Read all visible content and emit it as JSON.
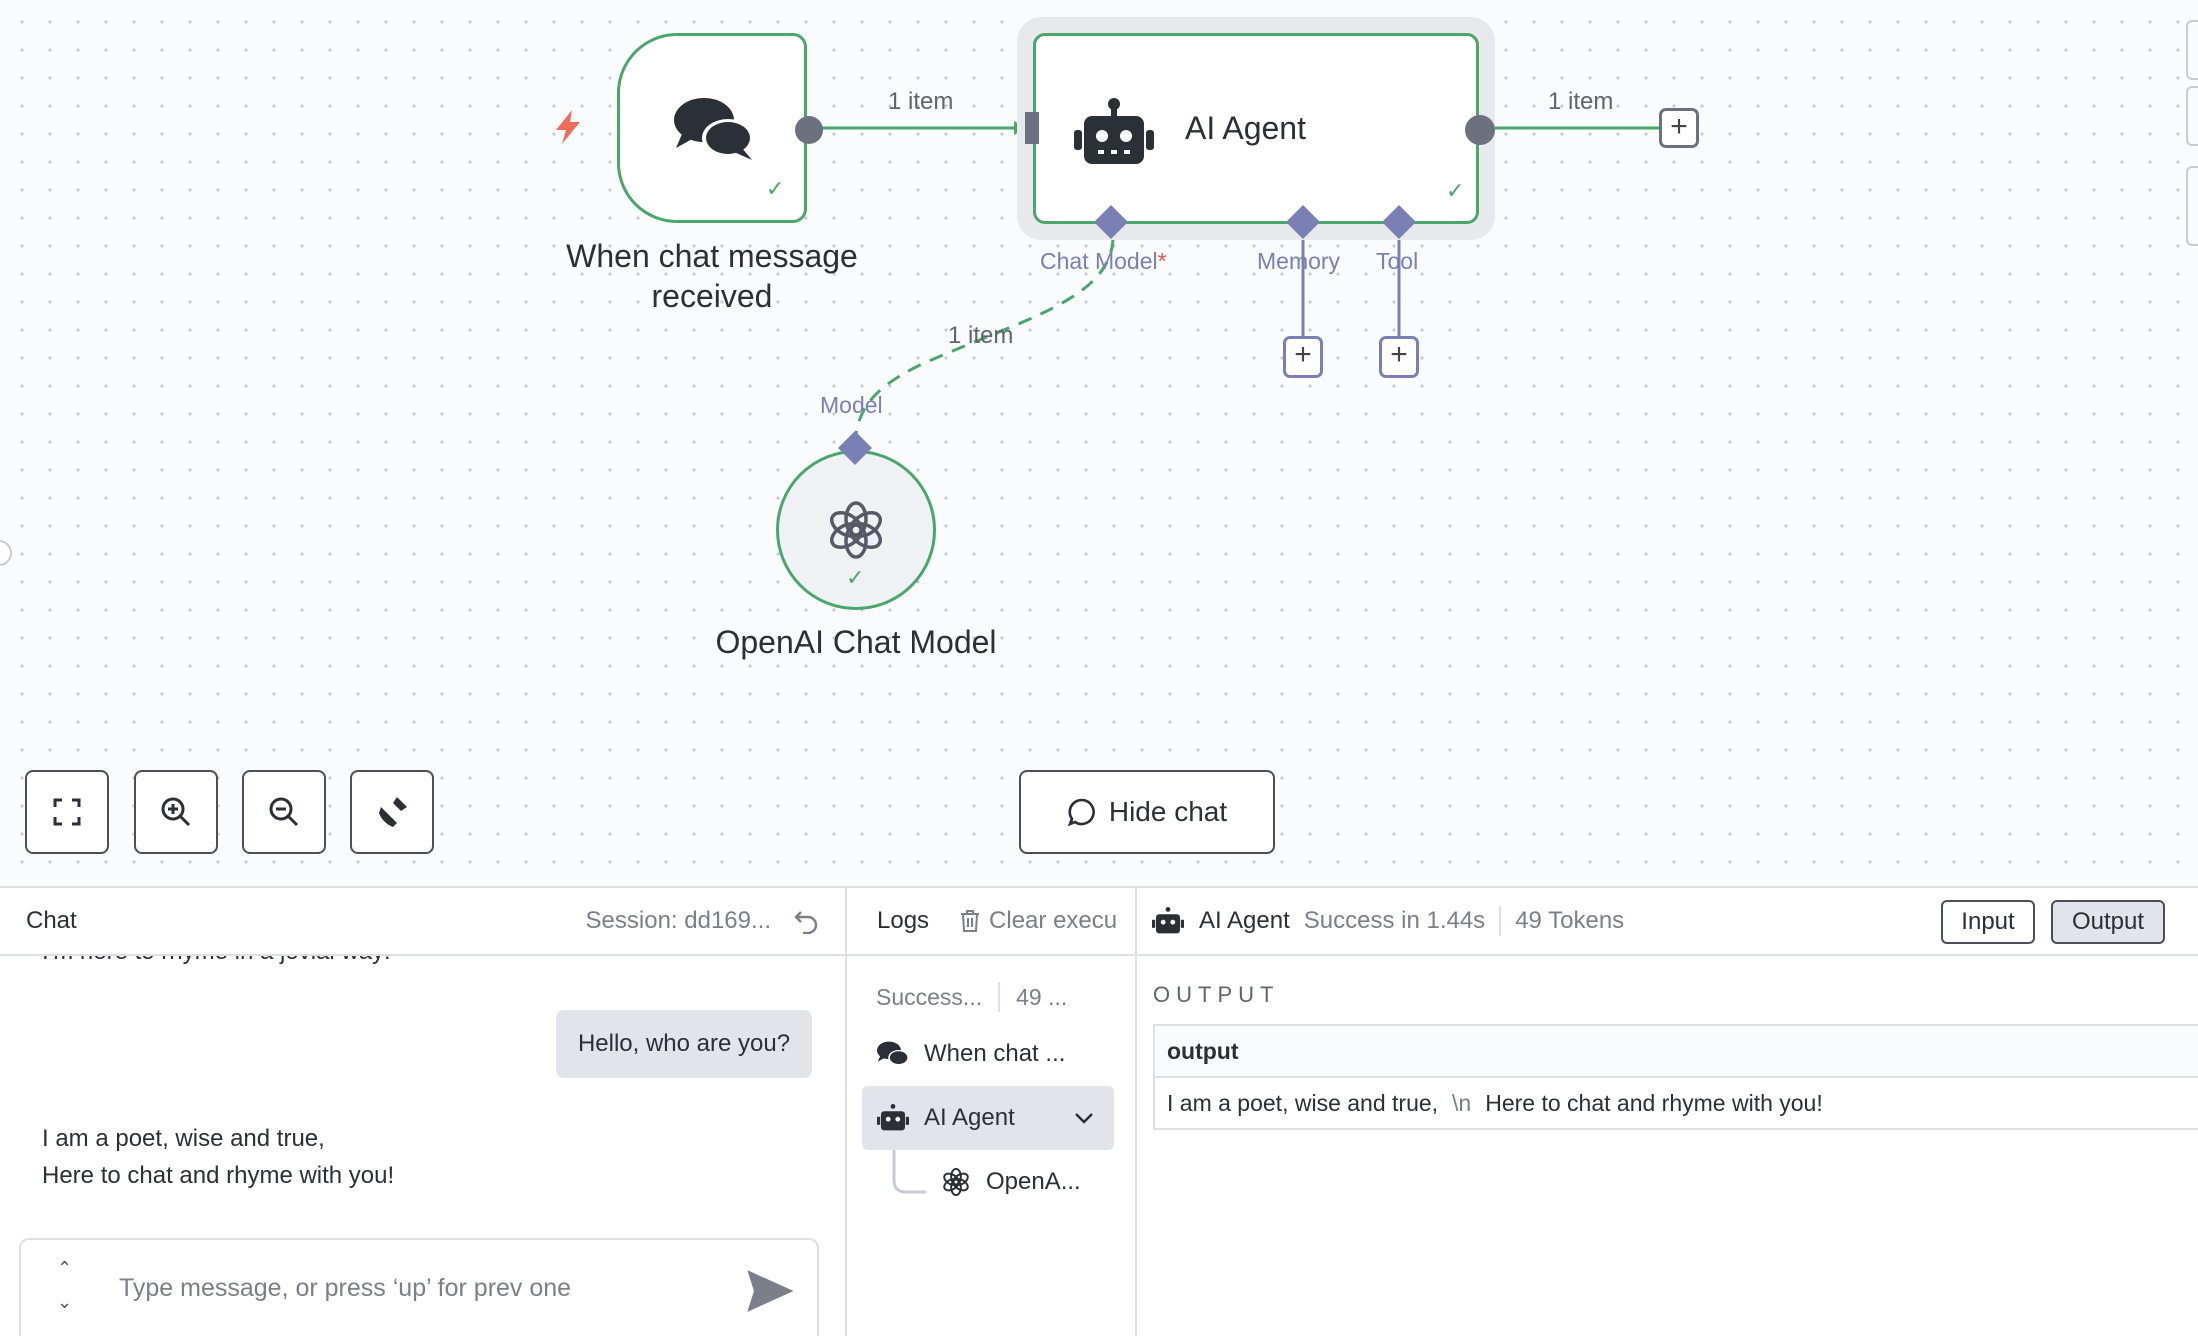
{
  "canvas": {
    "nodes": {
      "trigger": {
        "label_line1": "When chat message",
        "label_line2": "received"
      },
      "agent": {
        "label": "AI Agent"
      },
      "openai": {
        "label": "OpenAI Chat Model"
      }
    },
    "edges": {
      "trigger_to_agent": "1 item",
      "agent_out": "1 item",
      "model_link": "1 item"
    },
    "ports": {
      "chat_model": "Chat Model",
      "chat_model_required": "*",
      "memory": "Memory",
      "tool": "Tool",
      "model": "Model"
    },
    "controls": {
      "hide_chat": "Hide chat"
    }
  },
  "chat_pane": {
    "title": "Chat",
    "session": "Session: dd169...",
    "partial_top_line": "I'm here to rhyme in a jovial way!",
    "user_message": "Hello, who are you?",
    "bot_line1": "I am a poet, wise and true,",
    "bot_line2": "Here to chat and rhyme with you!",
    "input_placeholder": "Type message, or press ‘up’ for prev one"
  },
  "logs_pane": {
    "title": "Logs",
    "clear": "Clear execu",
    "summary_status": "Success...",
    "summary_tokens": "49 ...",
    "items": [
      {
        "label": "When chat ...",
        "icon": "chat-bubbles-icon"
      },
      {
        "label": "AI Agent",
        "icon": "robot-icon"
      },
      {
        "label": "OpenA...",
        "icon": "openai-icon"
      }
    ]
  },
  "output_pane": {
    "node_name": "AI Agent",
    "status": "Success in 1.44s",
    "tokens": "49 Tokens",
    "input_btn": "Input",
    "output_btn": "Output",
    "section": "OUTPUT",
    "column": "output",
    "value_part1": "I am a poet, wise and true,",
    "value_newline": "\\n",
    "value_part2": "Here to chat and rhyme with you!"
  },
  "colors": {
    "success": "#4aa76a",
    "port": "#7a80b6",
    "required": "#e0524d",
    "trigger_bolt": "#ef6b5a"
  }
}
